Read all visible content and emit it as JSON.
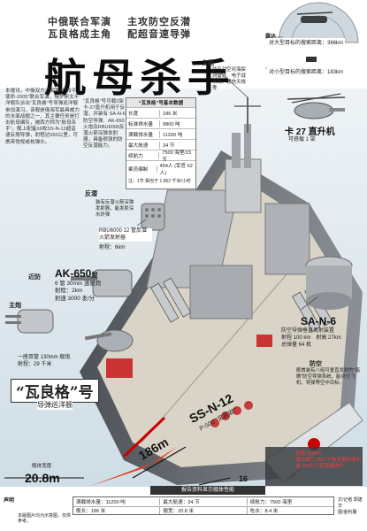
{
  "header": {
    "tagline_col1": [
      "中俄联合军演",
      "瓦良格成主角"
    ],
    "tagline_col2": [
      "主攻防空反潜",
      "配超音速导弹"
    ],
    "title": "航母杀手"
  },
  "intro_text": "本报讯，中俄双方近期展开“和平使命-2005”联合军演，俄罗斯太平洋舰队派出“瓦良格”号导弹巡洋舰参加演习。该舰是俄海军最具威力的水面战舰之一，其主要任务是打击航母编队，被西方称为“航母杀手”。舰上配备16枚SS-N-12超音速反舰导弹，射程达550公里，可携带常规或核弹头。",
  "mid_text": "“瓦良格”号可载2架卡-27直升机用于反潜，并装有 SA-N-6 防空导弹、AK-650火炮及RBU6000反潜火箭深弹发射器，具备很强的防空反潜能力。",
  "spec_box": {
    "title": "“瓦良格”号基本数据",
    "rows": [
      [
        "长度",
        "186 米"
      ],
      [
        "标准排水量",
        "9800 吨"
      ],
      [
        "满载排水量",
        "11200 吨"
      ],
      [
        "最大航速",
        "34 节"
      ],
      [
        "续航力",
        "7500 海里/15节"
      ],
      [
        "乘员编制",
        "454人 (军官 62人)"
      ]
    ],
    "note": "注：1节 相当于 1.852 千米/小时"
  },
  "radar": {
    "label": "雷达",
    "air_range": "对大型目标的搜索距离：366km",
    "surface_range": "对小型目标的搜索距离：183km"
  },
  "mast": {
    "label": "主桅",
    "desc": "装有对空对海探测雷达、电子战系统、通信天线等"
  },
  "helicopter": {
    "name": "卡 27 直升机",
    "count": "可搭载 1 架"
  },
  "asw": {
    "label": "反潜",
    "desc": "装有反潜火箭深弹发射器，能发射深水炸弹",
    "launcher": "RBU6000 12 管反潜火箭发射器",
    "range": "射程：6km"
  },
  "close_in": {
    "label": "近防",
    "gun_name": "AK-650",
    "gun_suffix": "型",
    "desc1": "6 管 30mm 速射炮",
    "desc2": "射程：2km",
    "desc3": "射速 3000 发/分"
  },
  "main_gun": {
    "label": "主炮",
    "desc1": "一座双管 130mm 舰炮",
    "desc2": "射程：29 千米"
  },
  "ship_name": {
    "quote": "“瓦良格”号",
    "type": "导弹巡洋舰"
  },
  "sam": {
    "name": "SA-N-6",
    "desc": "防空导弹垂直发射装置",
    "range_max": "射程 100 km",
    "altitude": "射高 27km",
    "missiles": "总弹量 64 枚"
  },
  "air_defense": {
    "label": "防空",
    "desc": "舰首装有八组可垂直发射的“暗礁”防空导弹系统，能对付飞机、导弹等空中目标。"
  },
  "ssm": {
    "name": "SS-N-12",
    "alias": "P-500 “玄武岩”",
    "range": "射程 550km",
    "warhead": "弹头威力 350 千吨当量核弹头或 1000 千克高爆弹头",
    "count": "16"
  },
  "dimensions": {
    "length": "186m",
    "beam_label": "舰体宽度",
    "beam": "20.8m"
  },
  "footer": {
    "note_label": "声明",
    "note": "本版图片均为示意图，仅供参考。",
    "table_title": "报告资料显示舰体性能",
    "rows": [
      [
        "满载排水量：11200 吨",
        "最大航速：34 节",
        "续航力：7500 海里"
      ],
      [
        "舰长：186 米",
        "舰宽：20.8 米",
        "吃水：8.4 米"
      ]
    ],
    "credits": [
      "文/记者 郭建华",
      "图/金利雁"
    ]
  },
  "colors": {
    "sea": "#dfe9f0",
    "hull": "#6f7378",
    "accent": "#c00000",
    "deck": "#d9d4c7"
  }
}
